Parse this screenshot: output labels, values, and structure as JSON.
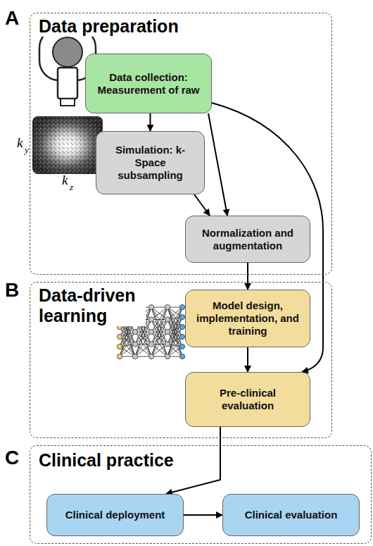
{
  "diagram": {
    "nodes": [
      {
        "text": [
          "A",
          "Data preparation"
        ]
      },
      {
        "text": [
          "Data collection: Measurement of raw"
        ],
        "in": 0
      },
      {
        "text": [
          "Simulation: k-Space subsampling"
        ],
        "in": 0
      },
      {
        "text": [
          "Normalization and augmentation"
        ],
        "in": 0
      },
      {
        "text": [
          "B",
          "Data-driven learning"
        ]
      },
      {
        "text": [
          "Model design, implementation, and training"
        ],
        "in": 4
      },
      {
        "text": [
          "Pre-clinical evaluation"
        ],
        "in": 4
      },
      {
        "text": [
          "C",
          "Clinical practice"
        ]
      },
      {
        "text": [
          "Clinical deployment"
        ],
        "in": 7
      },
      {
        "text": [
          "Clinical evaluation"
        ],
        "in": 7
      }
    ],
    "edges": [
      {
        "from": 1,
        "to": 2,
        "arrow": "to"
      },
      {
        "from": 1,
        "to": 3,
        "arrow": "to"
      },
      {
        "from": 2,
        "to": 3,
        "arrow": "to"
      },
      {
        "from": 1,
        "to": 6,
        "arrow": "to"
      },
      {
        "from": 3,
        "to": 5,
        "arrow": "to"
      },
      {
        "from": 5,
        "to": 6,
        "arrow": "to"
      },
      {
        "from": 6,
        "to": 8,
        "arrow": "to"
      },
      {
        "from": 8,
        "to": 9,
        "arrow": "to"
      }
    ],
    "labels": [
      "k",
      "y",
      "k",
      "z"
    ]
  }
}
